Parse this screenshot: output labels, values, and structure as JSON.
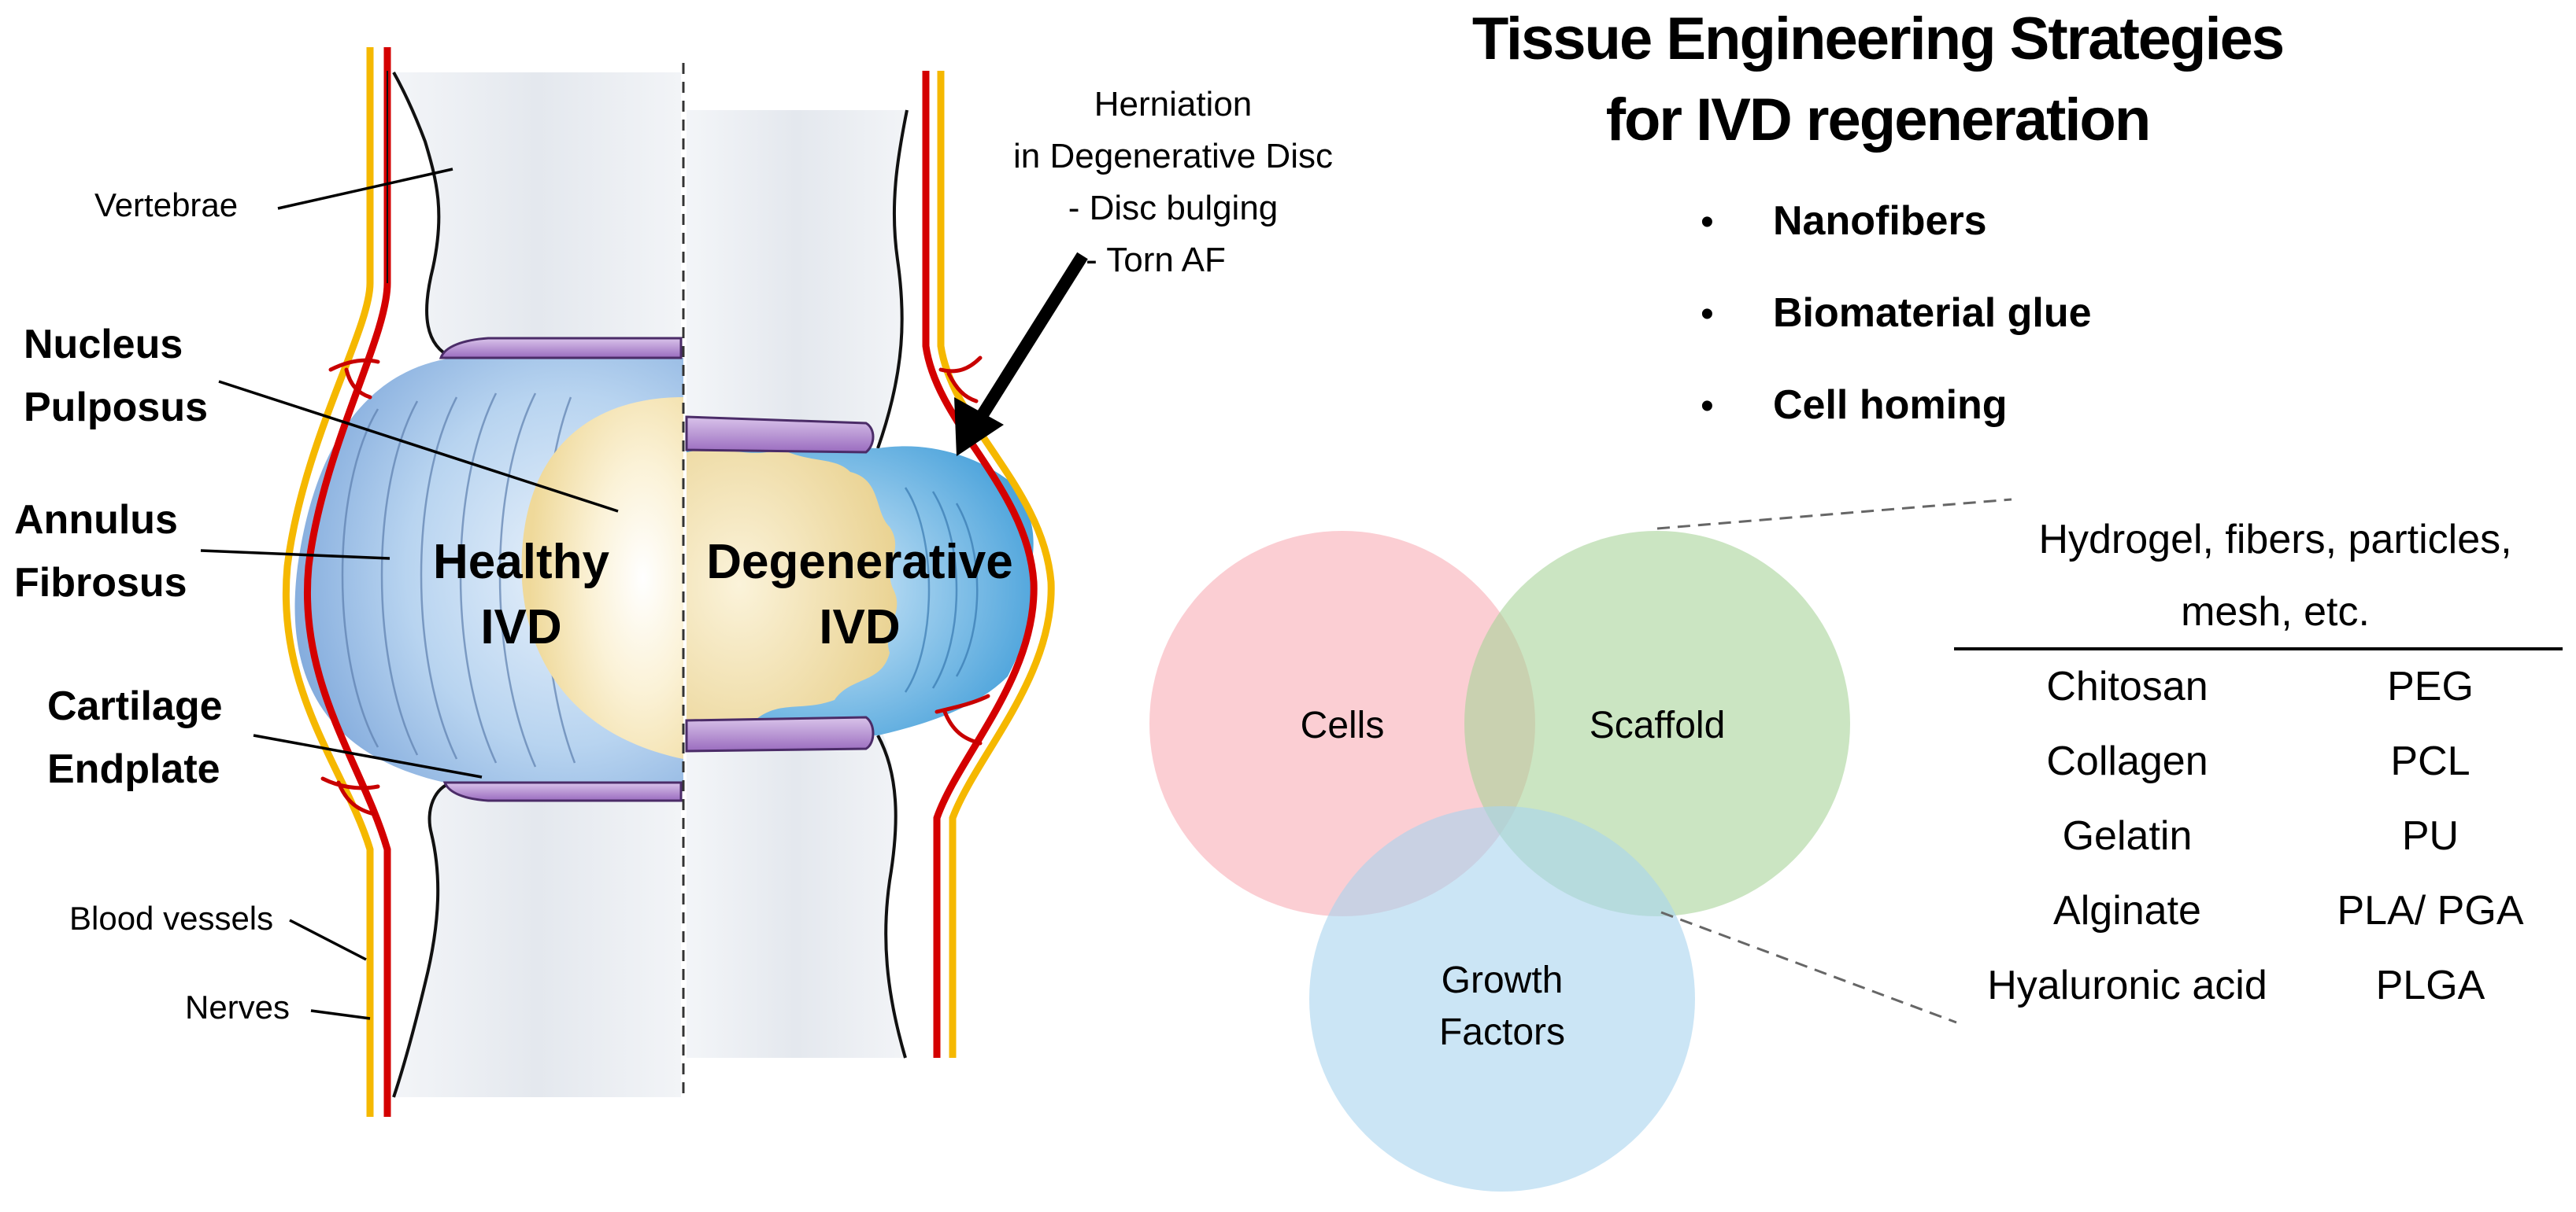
{
  "title": {
    "line1": "Tissue Engineering Strategies",
    "line2": "for IVD regeneration"
  },
  "strategies": [
    "Nanofibers",
    "Biomaterial glue",
    "Cell homing"
  ],
  "anatomy": {
    "vertebrae": "Vertebrae",
    "nucleus_pulposus": [
      "Nucleus",
      "Pulposus"
    ],
    "annulus_fibrosus": [
      "Annulus",
      "Fibrosus"
    ],
    "cartilage_endplate": [
      "Cartilage",
      "Endplate"
    ],
    "blood_vessels": "Blood vessels",
    "nerves": "Nerves",
    "healthy_ivd": [
      "Healthy",
      "IVD"
    ],
    "degenerative_ivd": [
      "Degenerative",
      "IVD"
    ],
    "herniation": [
      "Herniation",
      "in Degenerative Disc",
      "- Disc bulging",
      "- Torn AF"
    ]
  },
  "venn": {
    "cells": "Cells",
    "scaffold": "Scaffold",
    "growth_factors": [
      "Growth",
      "Factors"
    ]
  },
  "materials": {
    "header": [
      "Hydrogel, fibers, particles,",
      "mesh, etc."
    ],
    "rows": [
      [
        "Chitosan",
        "PEG"
      ],
      [
        "Collagen",
        "PCL"
      ],
      [
        "Gelatin",
        "PU"
      ],
      [
        "Alginate",
        "PLA/ PGA"
      ],
      [
        "Hyaluronic acid",
        "PLGA"
      ]
    ]
  },
  "colors": {
    "cells_circle": "#f9b9c0",
    "scaffold_circle": "#b8dcaa",
    "growth_circle": "#b3d8ee",
    "nerve": "#f5b800",
    "vessel": "#d40000",
    "endplate": "#a97fc6",
    "nucleus": "#f7e7b8",
    "annulus": "#9fc4ea"
  }
}
